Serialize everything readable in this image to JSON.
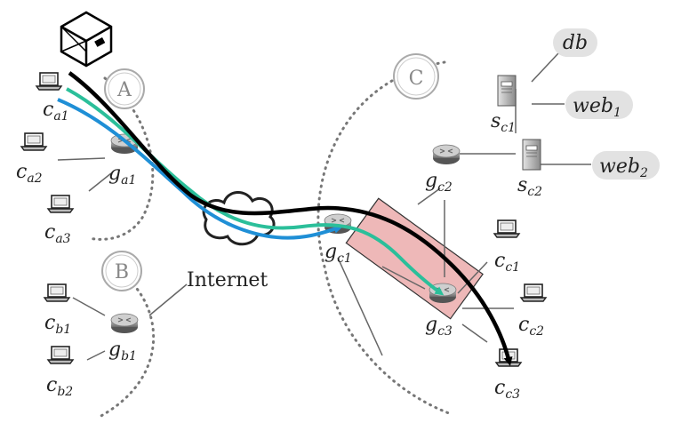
{
  "regions": {
    "a": "A",
    "b": "B",
    "c": "C"
  },
  "internet_label": "Internet",
  "nodes": {
    "ca1": {
      "base": "c",
      "sub": "a1"
    },
    "ca2": {
      "base": "c",
      "sub": "a2"
    },
    "ca3": {
      "base": "c",
      "sub": "a3"
    },
    "ga1": {
      "base": "g",
      "sub": "a1"
    },
    "cb1": {
      "base": "c",
      "sub": "b1"
    },
    "cb2": {
      "base": "c",
      "sub": "b2"
    },
    "gb1": {
      "base": "g",
      "sub": "b1"
    },
    "gc1": {
      "base": "g",
      "sub": "c1"
    },
    "gc2": {
      "base": "g",
      "sub": "c2"
    },
    "gc3": {
      "base": "g",
      "sub": "c3"
    },
    "sc1": {
      "base": "s",
      "sub": "c1"
    },
    "sc2": {
      "base": "s",
      "sub": "c2"
    },
    "cc1": {
      "base": "c",
      "sub": "c1"
    },
    "cc2": {
      "base": "c",
      "sub": "c2"
    },
    "cc3": {
      "base": "c",
      "sub": "c3"
    }
  },
  "services": {
    "db": {
      "base": "db",
      "sub": ""
    },
    "web1": {
      "base": "web",
      "sub": "1"
    },
    "web2": {
      "base": "web",
      "sub": "2"
    }
  },
  "path_colors": {
    "black": "#000000",
    "teal": "#2bbf9a",
    "blue": "#1f8fd6",
    "highlight": "#e8a0a0"
  }
}
